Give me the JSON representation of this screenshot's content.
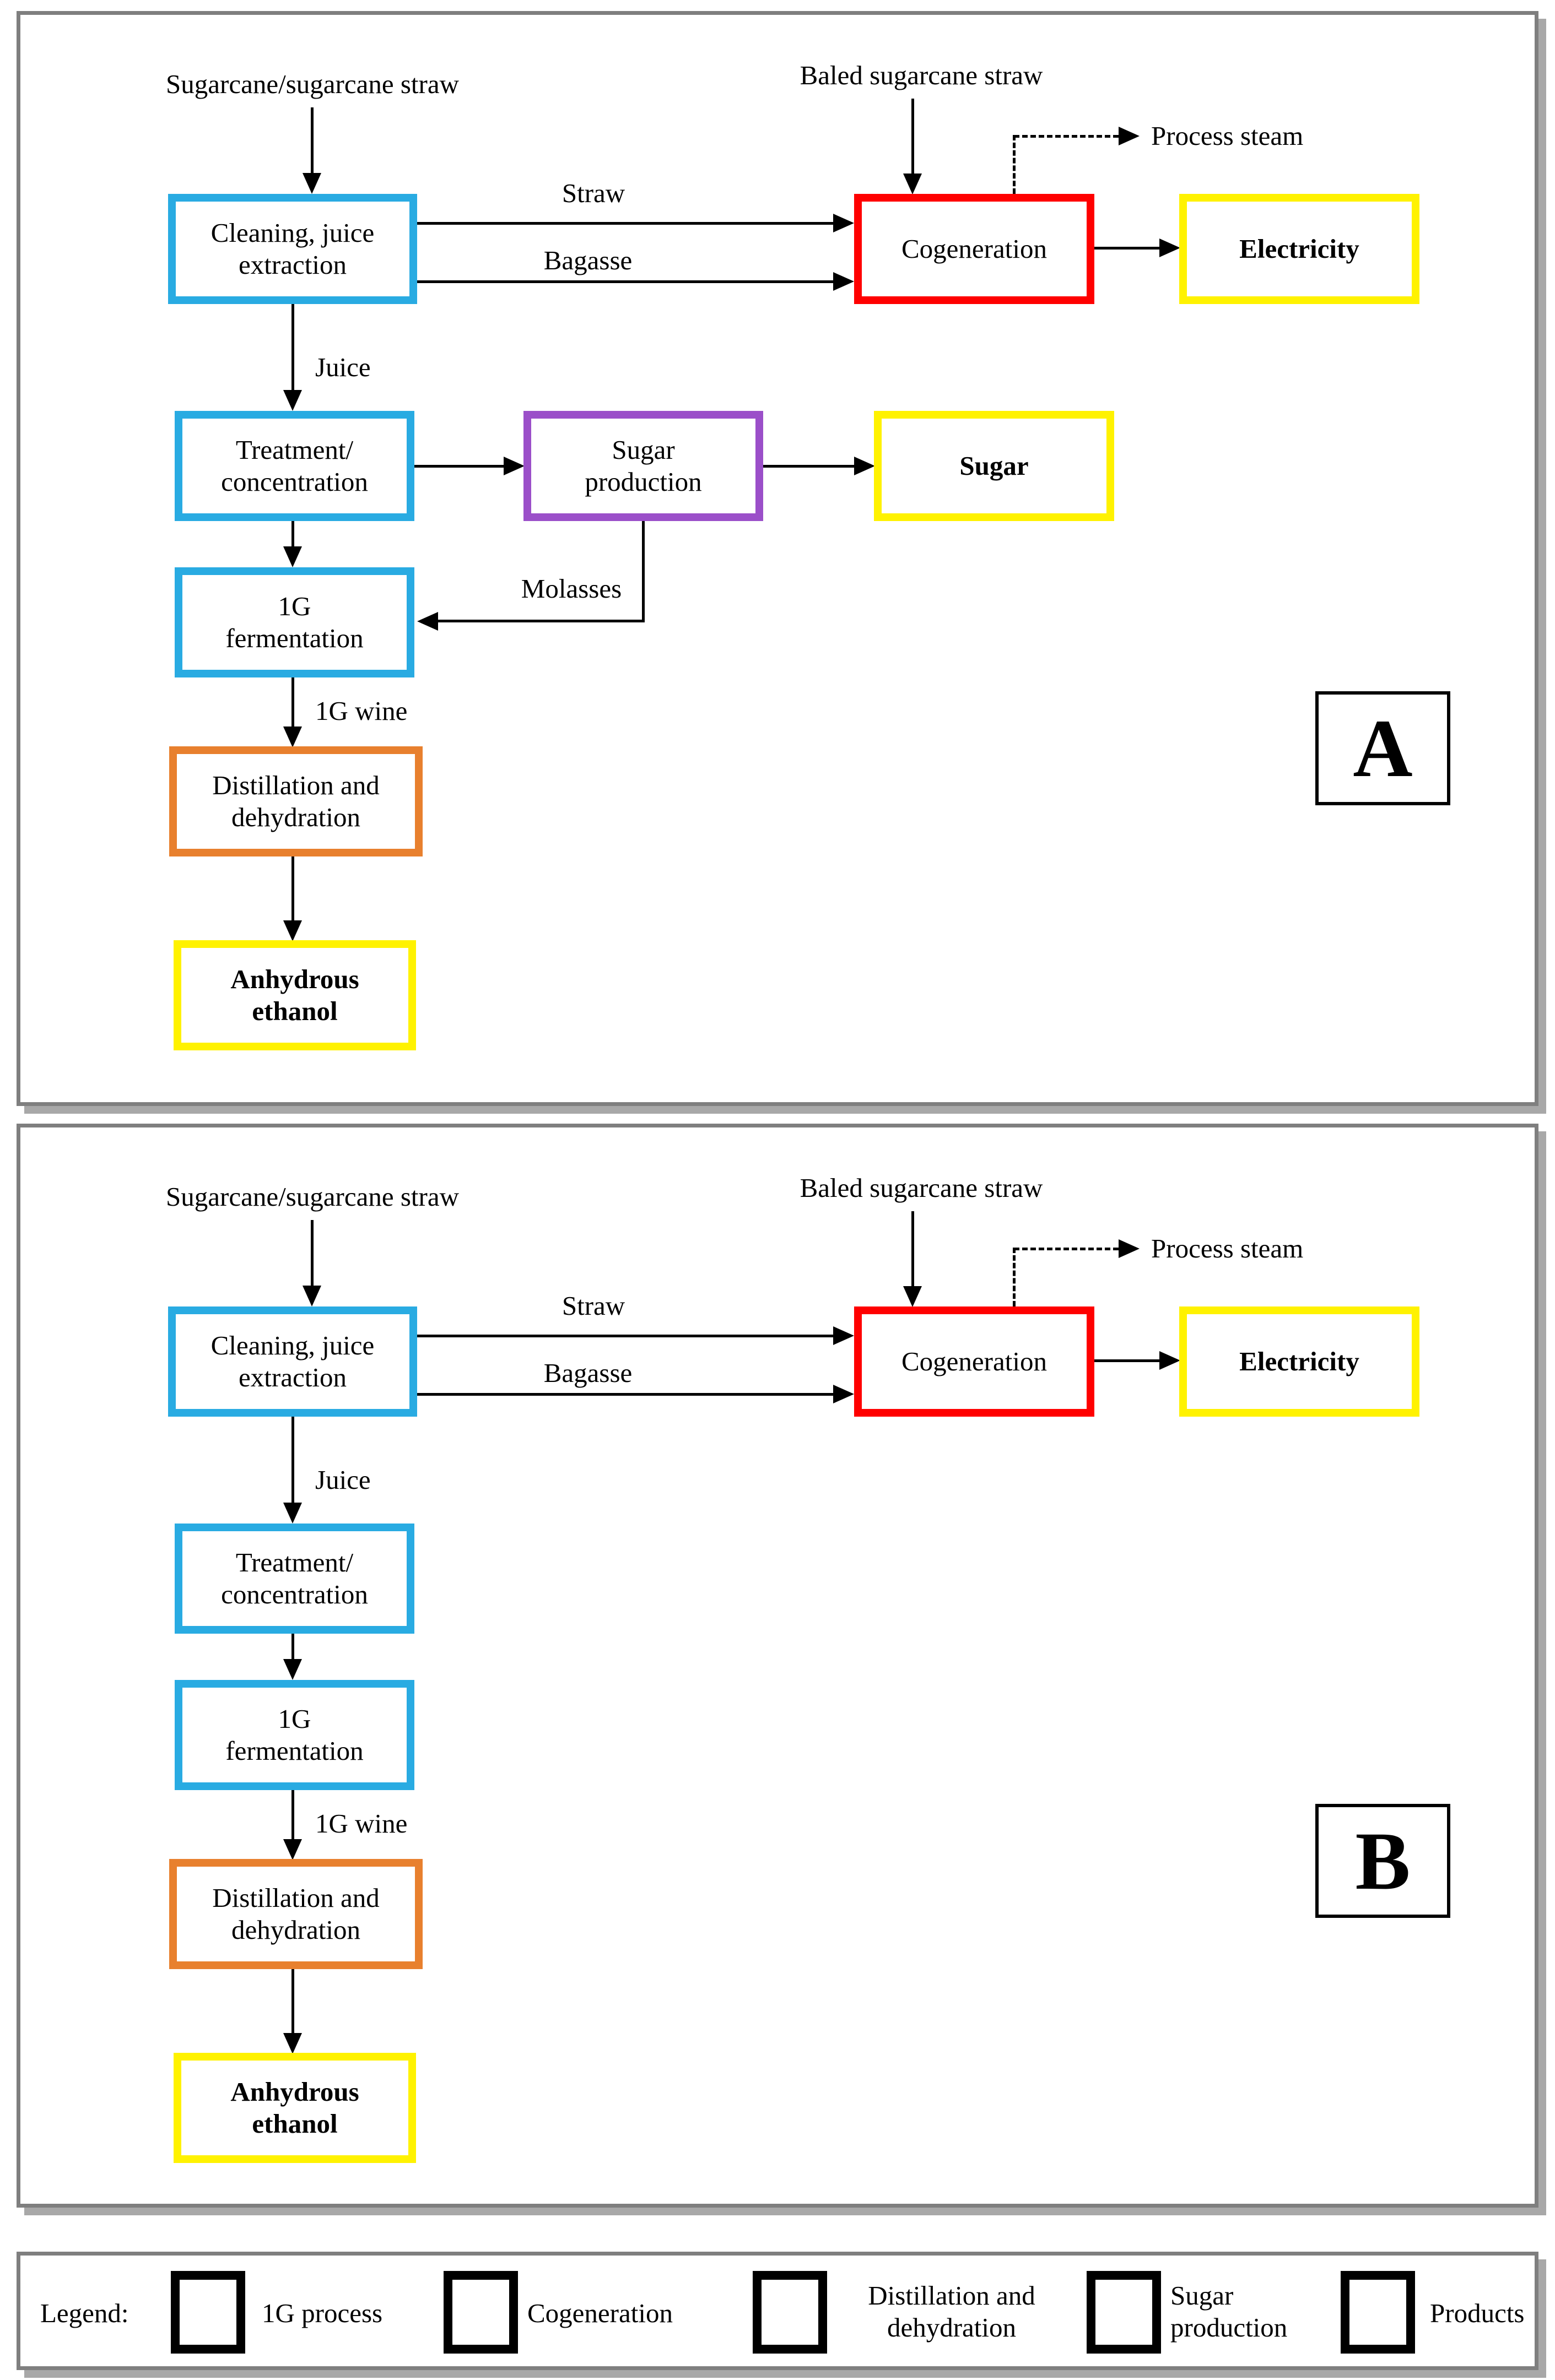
{
  "colors": {
    "blue": "#29ABE2",
    "red": "#FF0000",
    "orange": "#E8802E",
    "purple": "#9B4FC9",
    "yellow": "#FFF200",
    "panel_border": "#7F7F7F"
  },
  "panel_a": {
    "letter": "A",
    "labels": {
      "cane_input": "Sugarcane/sugarcane straw",
      "baled_input": "Baled sugarcane straw",
      "straw": "Straw",
      "bagasse": "Bagasse",
      "process_steam": "Process steam",
      "juice": "Juice",
      "molasses": "Molasses",
      "wine_1g": "1G wine"
    },
    "boxes": {
      "cleaning": {
        "line1": "Cleaning, juice",
        "line2": "extraction"
      },
      "cogeneration": {
        "line1": "Cogeneration"
      },
      "electricity": {
        "line1": "Electricity"
      },
      "treatment": {
        "line1": "Treatment/",
        "line2": "concentration"
      },
      "sugar_production": {
        "line1": "Sugar",
        "line2": "production"
      },
      "sugar": {
        "line1": "Sugar"
      },
      "fermentation": {
        "line1": "1G",
        "line2": "fermentation"
      },
      "distillation": {
        "line1": "Distillation and",
        "line2": "dehydration"
      },
      "ethanol": {
        "line1": "Anhydrous",
        "line2": "ethanol"
      }
    }
  },
  "panel_b": {
    "letter": "B",
    "labels": {
      "cane_input": "Sugarcane/sugarcane straw",
      "baled_input": "Baled sugarcane straw",
      "straw": "Straw",
      "bagasse": "Bagasse",
      "process_steam": "Process steam",
      "juice": "Juice",
      "wine_1g": "1G wine"
    },
    "boxes": {
      "cleaning": {
        "line1": "Cleaning, juice",
        "line2": "extraction"
      },
      "cogeneration": {
        "line1": "Cogeneration"
      },
      "electricity": {
        "line1": "Electricity"
      },
      "treatment": {
        "line1": "Treatment/",
        "line2": "concentration"
      },
      "fermentation": {
        "line1": "1G",
        "line2": "fermentation"
      },
      "distillation": {
        "line1": "Distillation and",
        "line2": "dehydration"
      },
      "ethanol": {
        "line1": "Anhydrous",
        "line2": "ethanol"
      }
    }
  },
  "legend": {
    "title": "Legend:",
    "items": [
      {
        "line1": "1G process",
        "line2": "",
        "color": "#29ABE2"
      },
      {
        "line1": "Cogeneration",
        "line2": "",
        "color": "#FF0000"
      },
      {
        "line1": "Distillation and",
        "line2": "dehydration",
        "color": "#E8802E"
      },
      {
        "line1": "Sugar",
        "line2": "production",
        "color": "#9B4FC9"
      },
      {
        "line1": "Products",
        "line2": "",
        "color": "#FFF200"
      }
    ]
  }
}
